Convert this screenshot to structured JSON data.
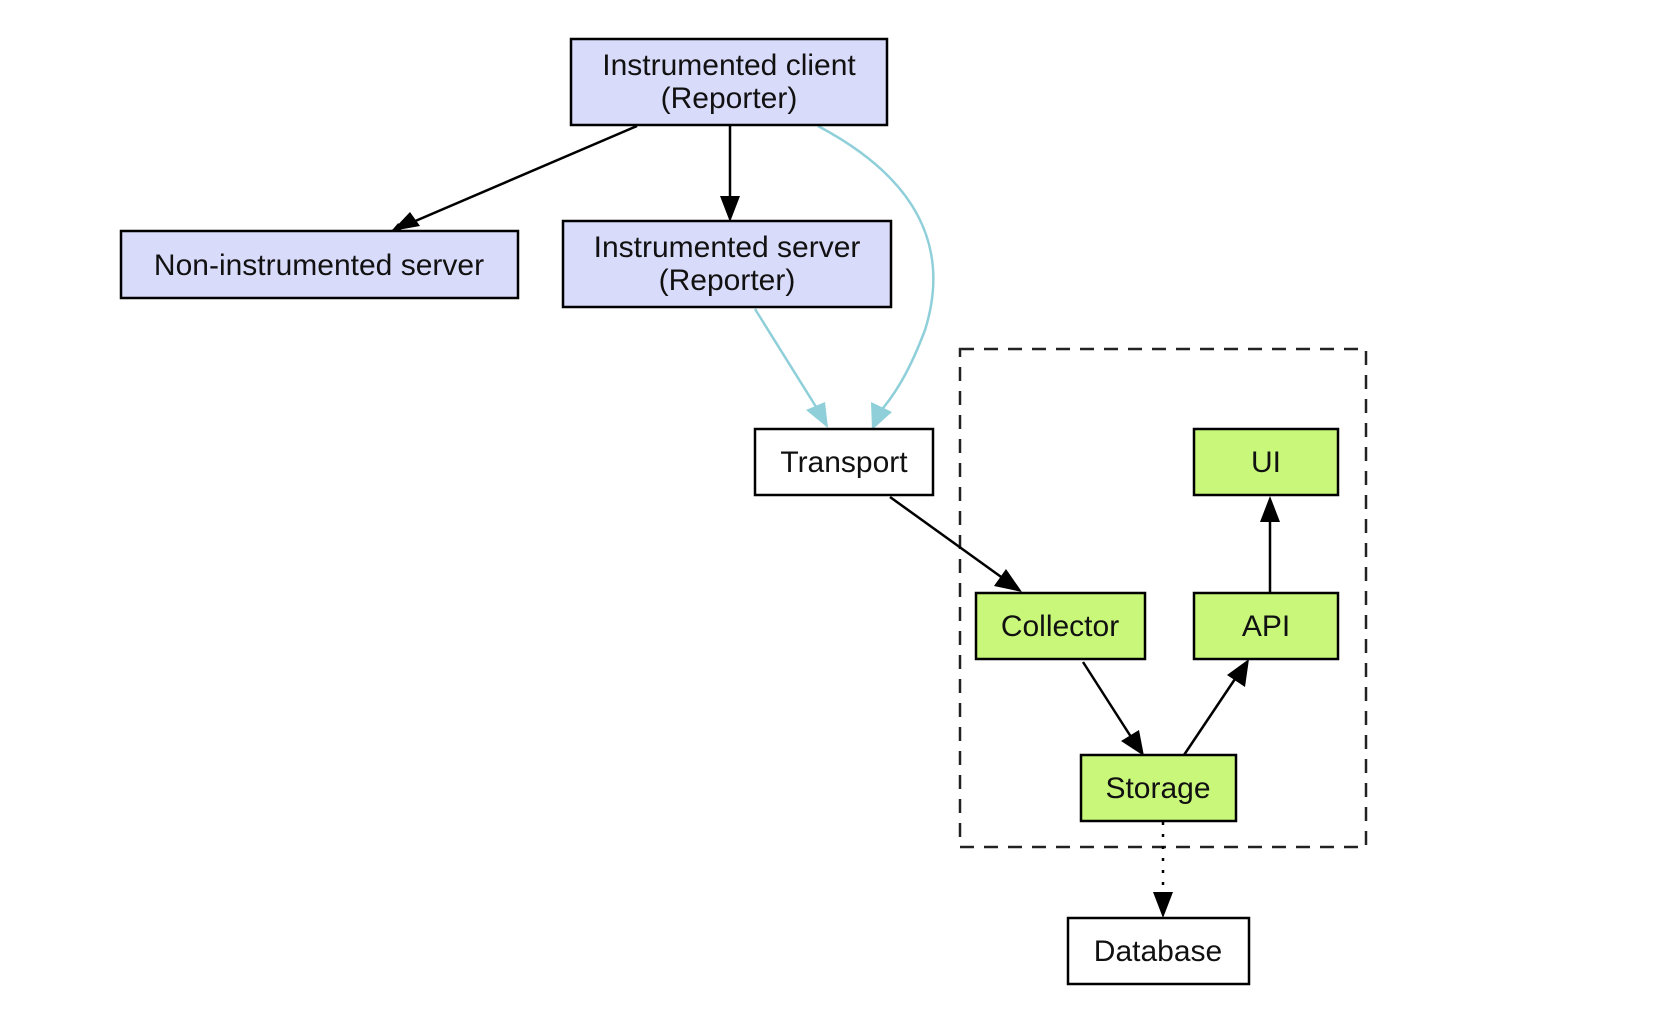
{
  "colors": {
    "reporter_fill": "#d9dbfa",
    "service_fill": "#c8f77a",
    "plain_fill": "#ffffff",
    "stroke": "#000000",
    "transport_edge": "#8ecfd9",
    "boundary_stroke": "#222222"
  },
  "nodes": {
    "instrumented_client": {
      "line1": "Instrumented client",
      "line2": "(Reporter)"
    },
    "non_instrumented_server": {
      "label": "Non-instrumented server"
    },
    "instrumented_server": {
      "line1": "Instrumented server",
      "line2": "(Reporter)"
    },
    "transport": {
      "label": "Transport"
    },
    "ui": {
      "label": "UI"
    },
    "api": {
      "label": "API"
    },
    "collector": {
      "label": "Collector"
    },
    "storage": {
      "label": "Storage"
    },
    "database": {
      "label": "Database"
    }
  },
  "edges": [
    {
      "from": "instrumented_client",
      "to": "non_instrumented_server",
      "style": "solid"
    },
    {
      "from": "instrumented_client",
      "to": "instrumented_server",
      "style": "solid"
    },
    {
      "from": "instrumented_client",
      "to": "transport",
      "style": "solid-light"
    },
    {
      "from": "instrumented_server",
      "to": "transport",
      "style": "solid-light"
    },
    {
      "from": "transport",
      "to": "collector",
      "style": "solid"
    },
    {
      "from": "collector",
      "to": "storage",
      "style": "solid"
    },
    {
      "from": "storage",
      "to": "api",
      "style": "solid"
    },
    {
      "from": "api",
      "to": "ui",
      "style": "solid"
    },
    {
      "from": "storage",
      "to": "database",
      "style": "dotted"
    }
  ]
}
